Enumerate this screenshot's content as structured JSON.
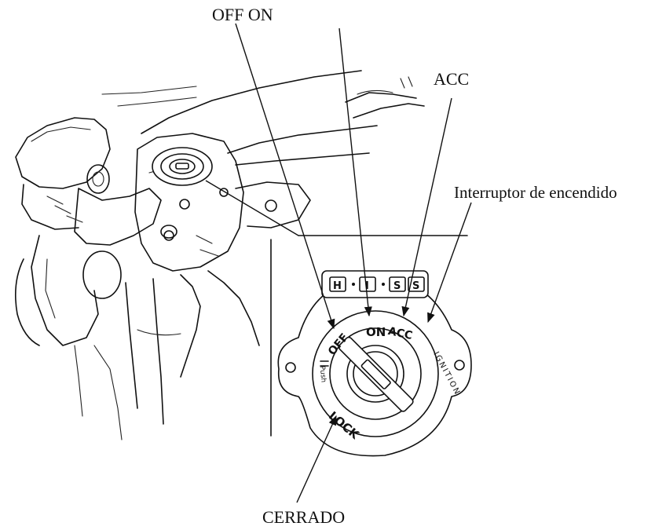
{
  "callouts": {
    "off_on": "OFF ON",
    "acc": "ACC",
    "ignition_switch": "Interruptor de encendido",
    "locked": "CERRADO"
  },
  "dial": {
    "top_symbols": [
      "H",
      "I",
      "S",
      "S"
    ],
    "on": "ON",
    "acc": "ACC",
    "off": "OFF",
    "lock": "LOCK",
    "push": "Push",
    "ignition": "IGNITION"
  }
}
